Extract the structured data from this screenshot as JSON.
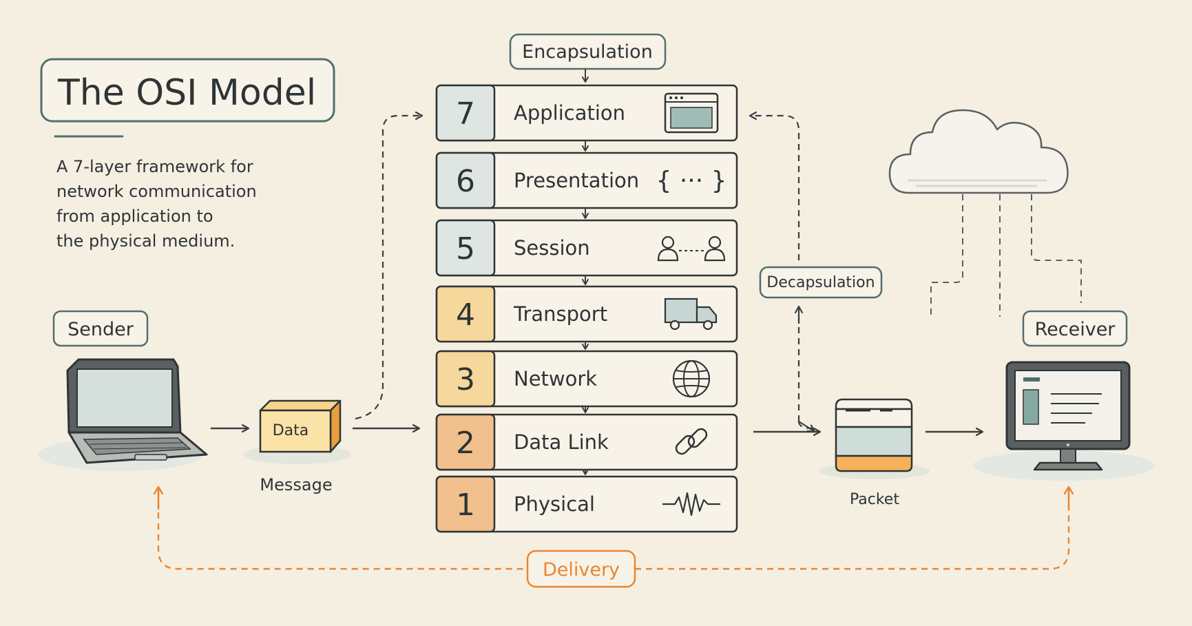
{
  "title": "The OSI Model",
  "description_lines": [
    "A 7-layer framework for",
    "network communication",
    "from application to",
    "the physical medium."
  ],
  "labels": {
    "encapsulation": "Encapsulation",
    "decapsulation": "Decapsulation",
    "sender": "Sender",
    "receiver": "Receiver",
    "delivery": "Delivery",
    "data_box": "Data",
    "message": "Message",
    "packet": "Packet"
  },
  "layers": [
    {
      "number": "7",
      "name": "Application",
      "icon": "browser-window-icon",
      "color": "#dfe5e0"
    },
    {
      "number": "6",
      "name": "Presentation",
      "icon": "curly-braces-icon",
      "color": "#dfe5e0"
    },
    {
      "number": "5",
      "name": "Session",
      "icon": "two-users-icon",
      "color": "#dfe5e0"
    },
    {
      "number": "4",
      "name": "Transport",
      "icon": "truck-icon",
      "color": "#f6d79c"
    },
    {
      "number": "3",
      "name": "Network",
      "icon": "globe-icon",
      "color": "#f6d79c"
    },
    {
      "number": "2",
      "name": "Data Link",
      "icon": "chain-link-icon",
      "color": "#f2c08d"
    },
    {
      "number": "1",
      "name": "Physical",
      "icon": "waveform-icon",
      "color": "#f2c08d"
    }
  ],
  "colors": {
    "background": "#f5efe2",
    "ink": "#2e3436",
    "teal": "#4f6f6c",
    "delivery": "#e9852f"
  },
  "icons": {
    "sender": "laptop-icon",
    "receiver": "monitor-icon",
    "cloud": "cloud-icon",
    "data": "data-box-icon",
    "packet": "packet-stack-icon"
  }
}
